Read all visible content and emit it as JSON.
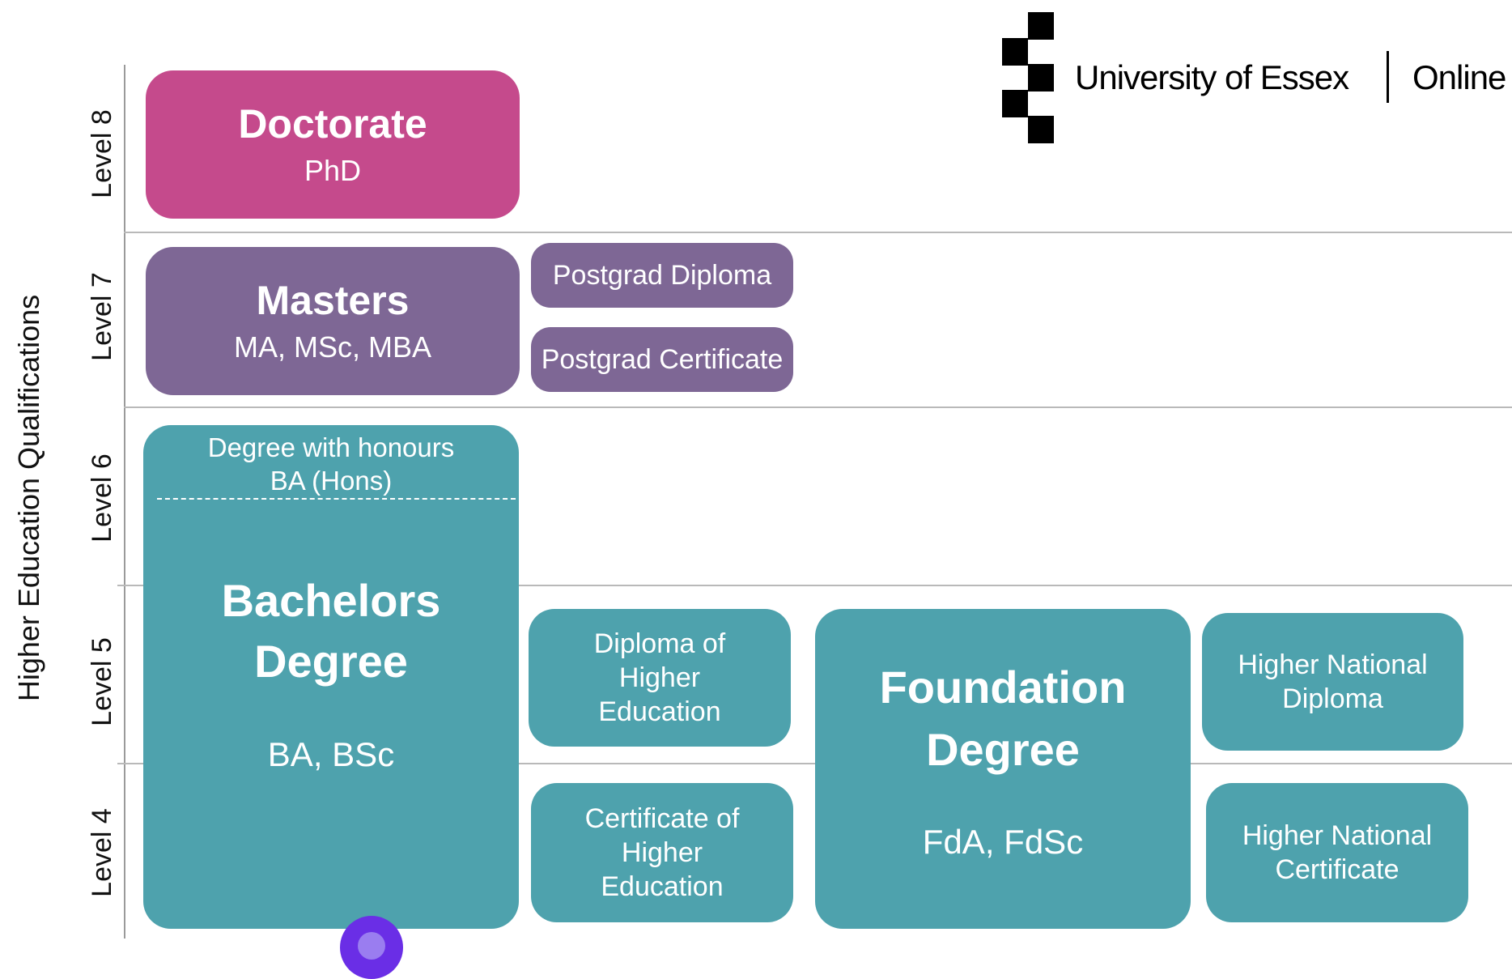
{
  "axis": {
    "title": "Higher Education Qualifications"
  },
  "levels": [
    "Level 8",
    "Level 7",
    "Level 6",
    "Level 5",
    "Level 4"
  ],
  "logo": {
    "university": "University of Essex",
    "online": "Online"
  },
  "colors": {
    "doctorate": "#c54a8c",
    "masters": "#7e6795",
    "teal": "#4ea2ad",
    "dot": "#6a2ee6"
  },
  "boxes": {
    "doctorate": {
      "title": "Doctorate",
      "subtitle": "PhD"
    },
    "masters": {
      "title": "Masters",
      "subtitle": "MA, MSc, MBA"
    },
    "postgrad_diploma": {
      "label": "Postgrad Diploma"
    },
    "postgrad_certificate": {
      "label": "Postgrad Certificate"
    },
    "bachelors": {
      "honours_line1": "Degree with honours",
      "honours_line2": "BA (Hons)",
      "title_line1": "Bachelors",
      "title_line2": "Degree",
      "subtitle": "BA, BSc"
    },
    "diploma_he": {
      "line1": "Diploma of",
      "line2": "Higher",
      "line3": "Education"
    },
    "certificate_he": {
      "line1": "Certificate of",
      "line2": "Higher",
      "line3": "Education"
    },
    "foundation": {
      "title_line1": "Foundation",
      "title_line2": "Degree",
      "subtitle": "FdA, FdSc"
    },
    "hnd": {
      "line1": "Higher National",
      "line2": "Diploma"
    },
    "hnc": {
      "line1": "Higher National",
      "line2": "Certificate"
    }
  }
}
